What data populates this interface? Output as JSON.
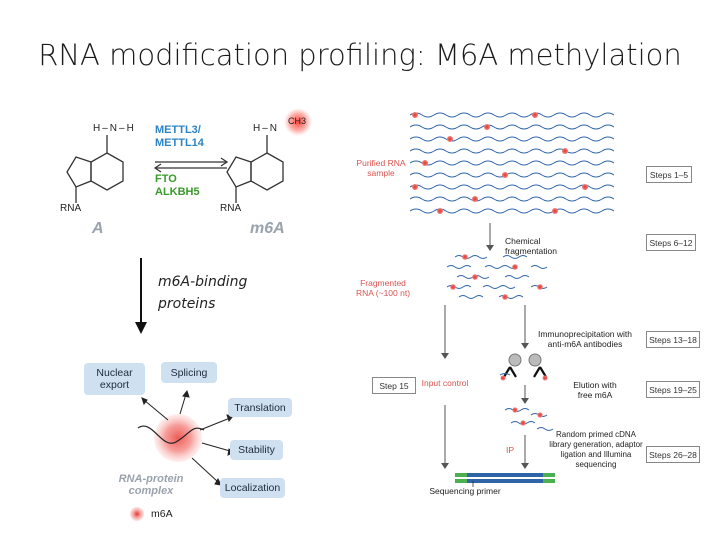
{
  "title": "RNA modification profiling: M6A methylation",
  "reaction": {
    "nh_left": "H – N – H",
    "nh_right": "H – N",
    "ch3": "CH3",
    "rna_left": "RNA",
    "rna_right": "RNA",
    "writers": [
      "METTL3/",
      "METTL14"
    ],
    "erasers": [
      "FTO",
      "ALKBH5"
    ],
    "label_a": "A",
    "label_m6a": "m6A"
  },
  "binding": {
    "line1": "m6A-binding",
    "line2": "proteins"
  },
  "fates": {
    "nuclear_export": "Nuclear export",
    "splicing": "Splicing",
    "translation": "Translation",
    "stability": "Stability",
    "localization": "Localization",
    "complex": "RNA-protein complex",
    "legend": "m6A"
  },
  "protocol": {
    "purified": "Purified RNA sample",
    "chem_frag": "Chemical fragmentation",
    "fragmented": "Fragmented RNA (~100 nt)",
    "immuno": "Immunoprecipitation with anti-m6A antibodies",
    "input_control": "Input control",
    "elution": "Elution with free m6A",
    "random_primed": "Random primed cDNA library generation, adaptor ligation and Illumina sequencing",
    "ip": "IP",
    "seq_primer": "Sequencing primer",
    "steps_1_5": "Steps 1–5",
    "steps_6_12": "Steps 6–12",
    "steps_13_18": "Steps 13–18",
    "steps_19_25": "Steps 19–25",
    "steps_26_28": "Steps 26–28",
    "step_15": "Step 15"
  },
  "colors": {
    "writer": "#2c84c6",
    "eraser": "#3a9a2a",
    "methyl": "#e0473f",
    "box": "#cfe0f1",
    "rna": "#2f64a8"
  }
}
